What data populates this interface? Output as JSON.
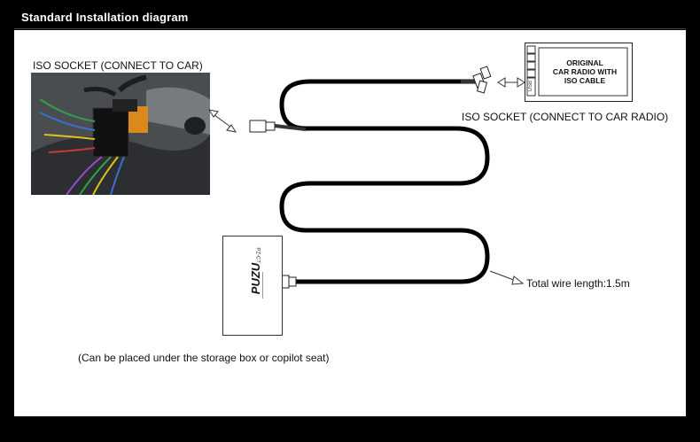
{
  "header": {
    "title": "Standard Installation diagram"
  },
  "labels": {
    "iso_car": "ISO SOCKET (CONNECT TO CAR)",
    "iso_radio": "ISO SOCKET (CONNECT TO CAR RADIO)",
    "wire_length": "Total wire length:1.5m",
    "placement": "(Can be placed under the storage box or copilot seat)"
  },
  "radio": {
    "line1": "ORIGINAL",
    "line2": "CAR RADIO WITH",
    "line3": "ISO CABLE",
    "usb": "USB"
  },
  "module": {
    "brand": "PUZU",
    "model": "PZ-C7"
  }
}
